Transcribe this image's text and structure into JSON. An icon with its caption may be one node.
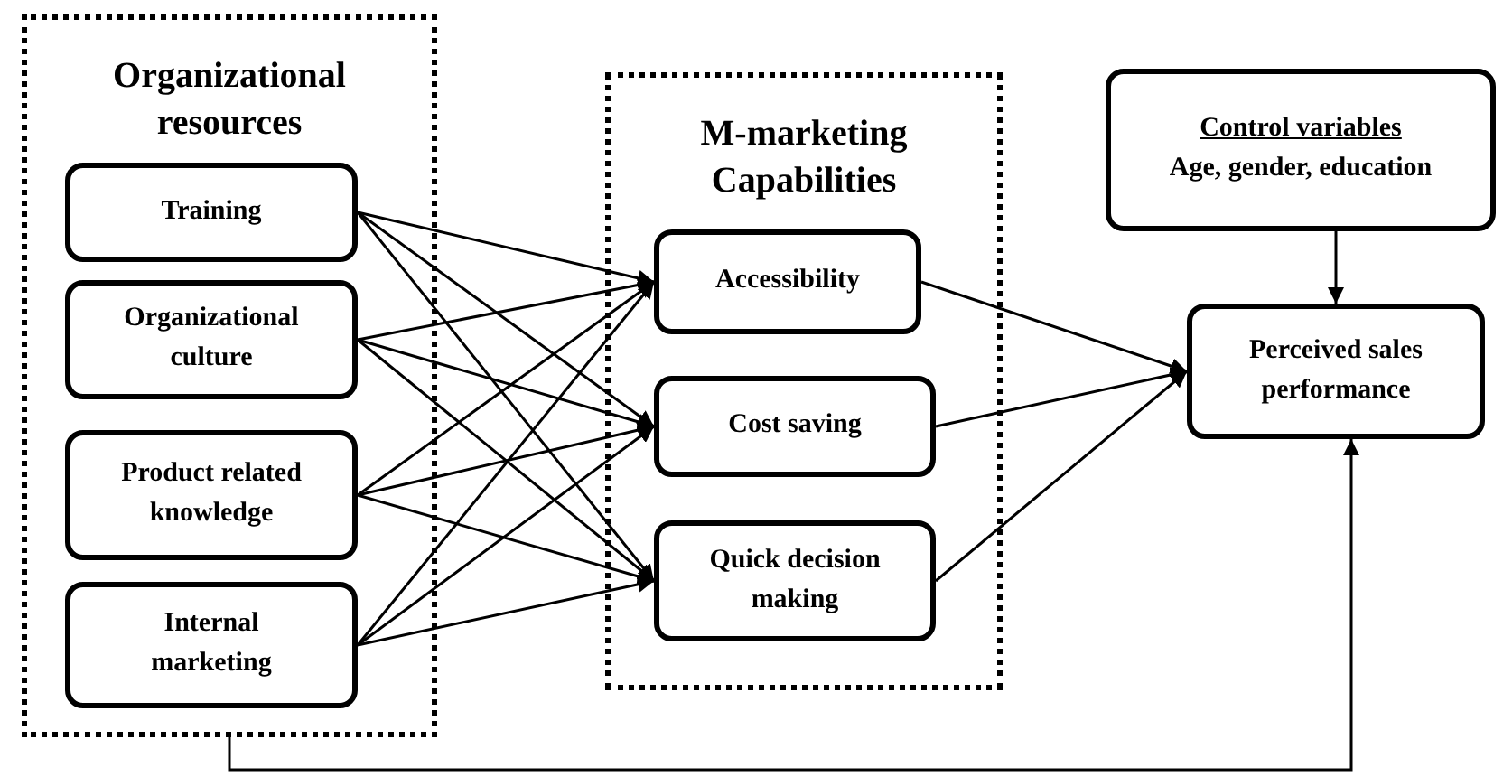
{
  "diagram": {
    "nodes": [
      {
        "text": [
          "Organizational resources"
        ]
      },
      {
        "text": [
          "Training"
        ],
        "in": 0
      },
      {
        "text": [
          "Organizational culture"
        ],
        "in": 0
      },
      {
        "text": [
          "Product related knowledge"
        ],
        "in": 0
      },
      {
        "text": [
          "Internal marketing"
        ],
        "in": 0
      },
      {
        "text": [
          "M-marketing Capabilities"
        ]
      },
      {
        "text": [
          "Accessibility"
        ],
        "in": 5
      },
      {
        "text": [
          "Cost saving"
        ],
        "in": 5
      },
      {
        "text": [
          "Quick decision making"
        ],
        "in": 5
      },
      {
        "text": [
          "Control variables",
          "Age, gender, education"
        ]
      },
      {
        "text": [
          "Perceived sales performance"
        ]
      }
    ],
    "edges": [
      {
        "from": 1,
        "to": 6,
        "arrow": "to"
      },
      {
        "from": 1,
        "to": 7,
        "arrow": "to"
      },
      {
        "from": 1,
        "to": 8,
        "arrow": "to"
      },
      {
        "from": 2,
        "to": 6,
        "arrow": "to"
      },
      {
        "from": 2,
        "to": 7,
        "arrow": "to"
      },
      {
        "from": 2,
        "to": 8,
        "arrow": "to"
      },
      {
        "from": 3,
        "to": 6,
        "arrow": "to"
      },
      {
        "from": 3,
        "to": 7,
        "arrow": "to"
      },
      {
        "from": 3,
        "to": 8,
        "arrow": "to"
      },
      {
        "from": 4,
        "to": 6,
        "arrow": "to"
      },
      {
        "from": 4,
        "to": 7,
        "arrow": "to"
      },
      {
        "from": 4,
        "to": 8,
        "arrow": "to"
      },
      {
        "from": 6,
        "to": 10,
        "arrow": "to"
      },
      {
        "from": 7,
        "to": 10,
        "arrow": "to"
      },
      {
        "from": 8,
        "to": 10,
        "arrow": "to"
      },
      {
        "from": 9,
        "to": 10,
        "arrow": "to"
      },
      {
        "from": 0,
        "to": 10,
        "arrow": "to"
      }
    ]
  }
}
